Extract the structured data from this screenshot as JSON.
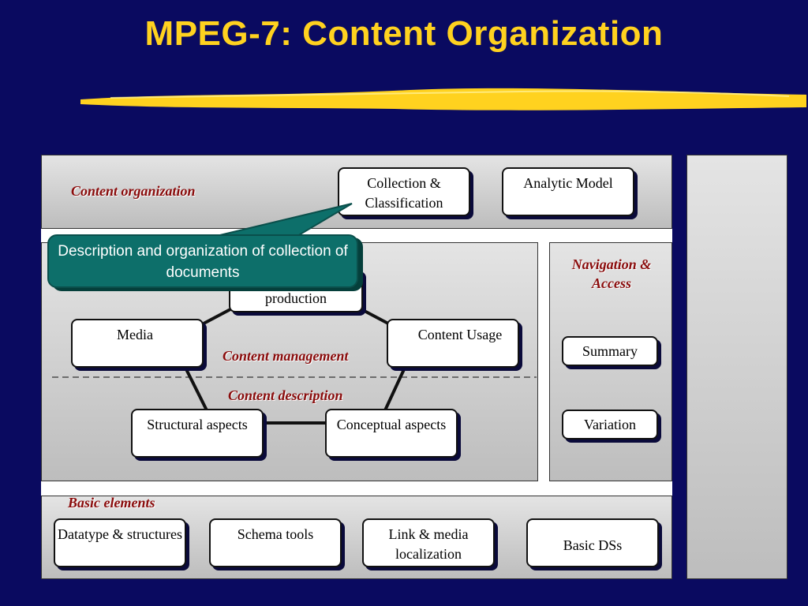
{
  "title": "MPEG-7: Content Organization",
  "sections": {
    "content_organization": "Content organization",
    "navigation_access": "Navigation & Access",
    "content_management": "Content management",
    "content_description": "Content description",
    "basic_elements": "Basic elements"
  },
  "nodes": {
    "collection_classification": "Collection & Classification",
    "analytic_model": "Analytic Model",
    "production": "production",
    "media": "Media",
    "content_usage": "Content Usage",
    "structural_aspects": "Structural aspects",
    "conceptual_aspects": "Conceptual aspects",
    "summary": "Summary",
    "variation": "Variation",
    "datatype_structures": "Datatype & structures",
    "schema_tools": "Schema tools",
    "link_media_localization": "Link & media localization",
    "basic_dss": "Basic DSs"
  },
  "callout": "Description and organization of collection of documents",
  "colors": {
    "background": "#0a0a60",
    "title": "#ffd21f",
    "label": "#8a0b0b",
    "callout": "#0d6f6a"
  }
}
